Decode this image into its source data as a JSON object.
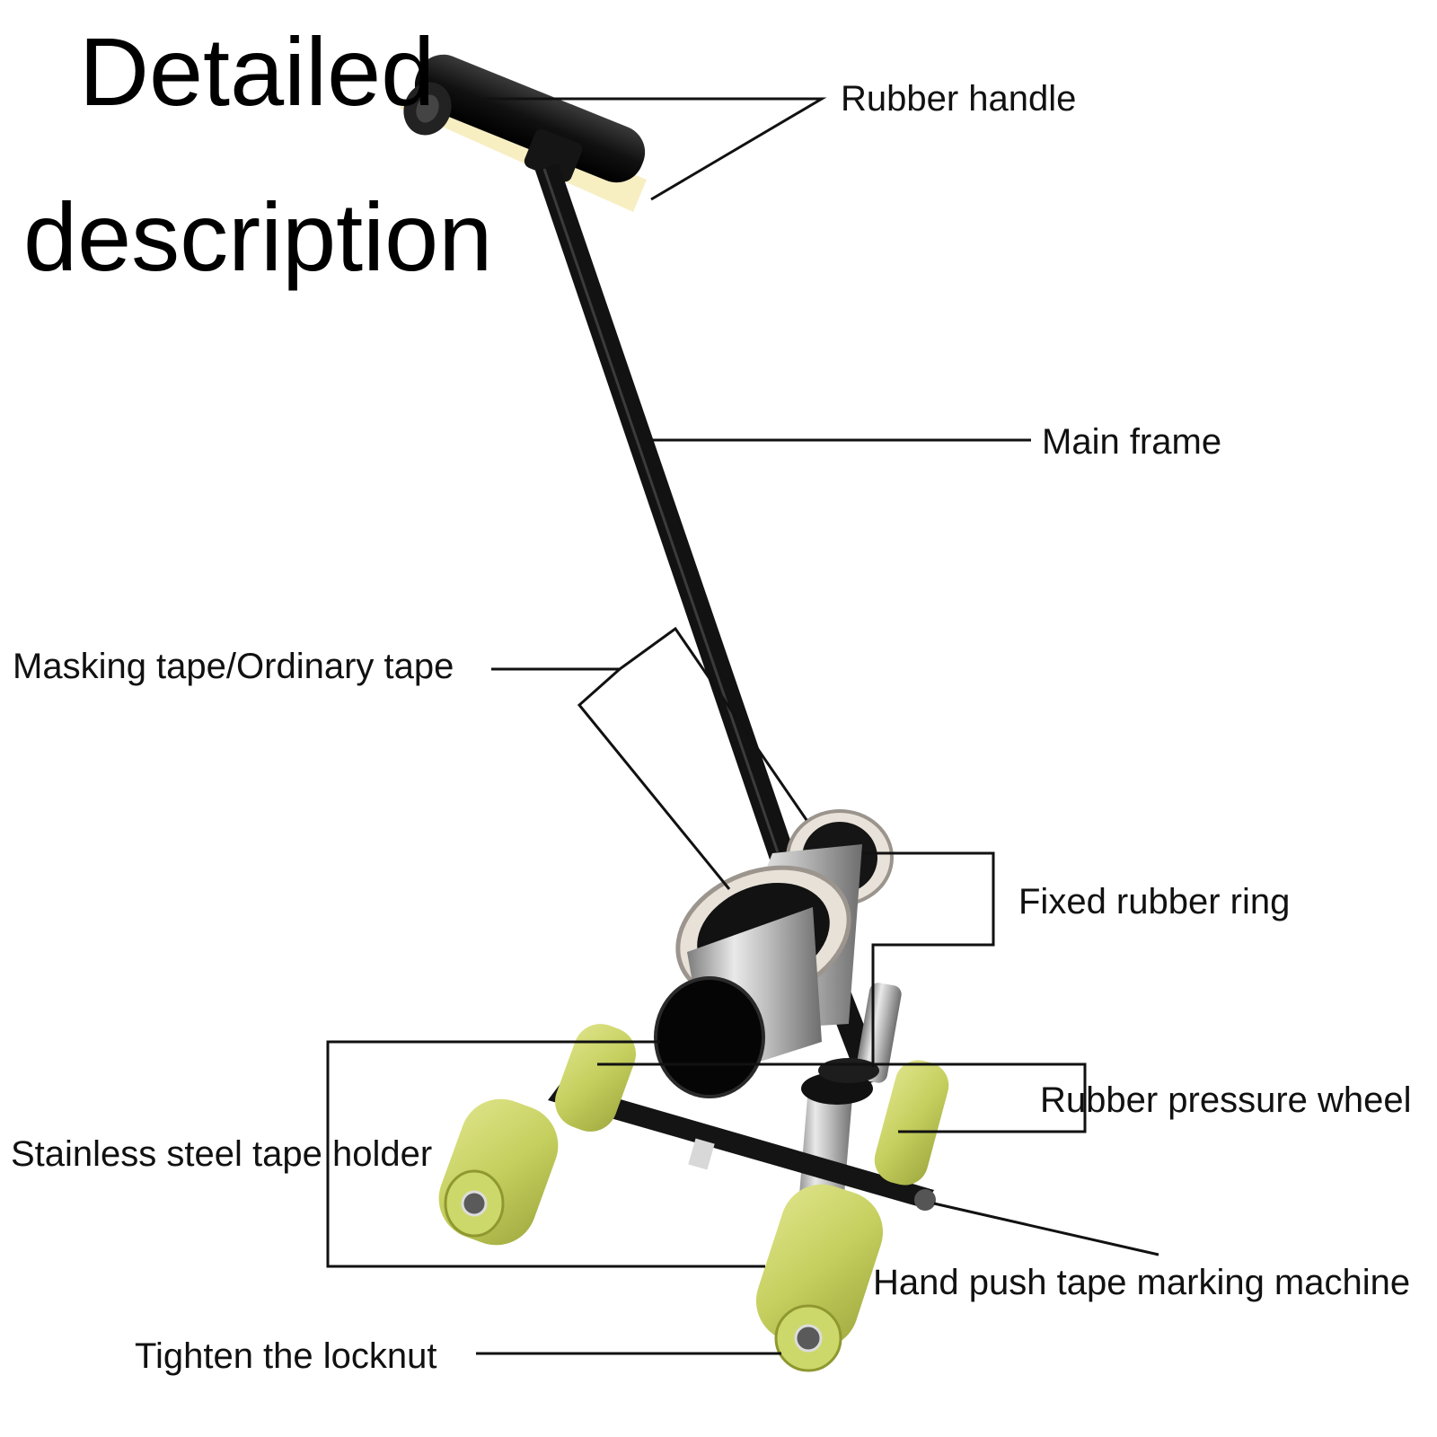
{
  "title": {
    "line1": "Detailed",
    "line2": "description"
  },
  "labels": {
    "rubber_handle": "Rubber handle",
    "main_frame": "Main frame",
    "masking_tape": "Masking tape/Ordinary tape",
    "fixed_rubber_ring": "Fixed rubber ring",
    "rubber_pressure_wheel": "Rubber pressure wheel",
    "stainless_steel_tape_holder": "Stainless steel tape holder",
    "hand_push_machine": "Hand push tape marking machine",
    "tighten_locknut": "Tighten the locknut"
  },
  "colors": {
    "frame": "#141414",
    "wheel_green": "#c9d46a",
    "steel": "#c8c8c8",
    "leader_line": "#111111",
    "background": "#ffffff"
  }
}
